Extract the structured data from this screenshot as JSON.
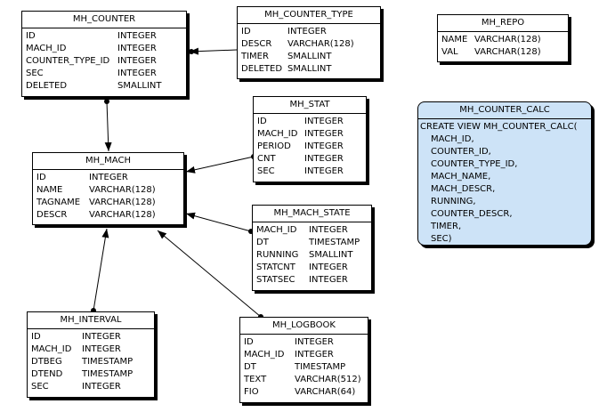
{
  "tables": {
    "mh_counter": {
      "title": "MH_COUNTER",
      "columns": [
        {
          "name": "ID",
          "type": "INTEGER"
        },
        {
          "name": "MACH_ID",
          "type": "INTEGER"
        },
        {
          "name": "COUNTER_TYPE_ID",
          "type": "INTEGER"
        },
        {
          "name": "SEC",
          "type": "INTEGER"
        },
        {
          "name": "DELETED",
          "type": "SMALLINT"
        }
      ]
    },
    "mh_counter_type": {
      "title": "MH_COUNTER_TYPE",
      "columns": [
        {
          "name": "ID",
          "type": "INTEGER"
        },
        {
          "name": "DESCR",
          "type": "VARCHAR(128)"
        },
        {
          "name": "TIMER",
          "type": "SMALLINT"
        },
        {
          "name": "DELETED",
          "type": "SMALLINT"
        }
      ]
    },
    "mh_repo": {
      "title": "MH_REPO",
      "columns": [
        {
          "name": "NAME",
          "type": "VARCHAR(128)"
        },
        {
          "name": "VAL",
          "type": "VARCHAR(128)"
        }
      ]
    },
    "mh_stat": {
      "title": "MH_STAT",
      "columns": [
        {
          "name": "ID",
          "type": "INTEGER"
        },
        {
          "name": "MACH_ID",
          "type": "INTEGER"
        },
        {
          "name": "PERIOD",
          "type": "INTEGER"
        },
        {
          "name": "CNT",
          "type": "INTEGER"
        },
        {
          "name": "SEC",
          "type": "INTEGER"
        }
      ]
    },
    "mh_mach": {
      "title": "MH_MACH",
      "columns": [
        {
          "name": "ID",
          "type": "INTEGER"
        },
        {
          "name": "NAME",
          "type": "VARCHAR(128)"
        },
        {
          "name": "TAGNAME",
          "type": "VARCHAR(128)"
        },
        {
          "name": "DESCR",
          "type": "VARCHAR(128)"
        }
      ]
    },
    "mh_mach_state": {
      "title": "MH_MACH_STATE",
      "columns": [
        {
          "name": "MACH_ID",
          "type": "INTEGER"
        },
        {
          "name": "DT",
          "type": "TIMESTAMP"
        },
        {
          "name": "RUNNING",
          "type": "SMALLINT"
        },
        {
          "name": "STATCNT",
          "type": "INTEGER"
        },
        {
          "name": "STATSEC",
          "type": "INTEGER"
        }
      ]
    },
    "mh_interval": {
      "title": "MH_INTERVAL",
      "columns": [
        {
          "name": "ID",
          "type": "INTEGER"
        },
        {
          "name": "MACH_ID",
          "type": "INTEGER"
        },
        {
          "name": "DTBEG",
          "type": "TIMESTAMP"
        },
        {
          "name": "DTEND",
          "type": "TIMESTAMP"
        },
        {
          "name": "SEC",
          "type": "INTEGER"
        }
      ]
    },
    "mh_logbook": {
      "title": "MH_LOGBOOK",
      "columns": [
        {
          "name": "ID",
          "type": "INTEGER"
        },
        {
          "name": "MACH_ID",
          "type": "INTEGER"
        },
        {
          "name": "DT",
          "type": "TIMESTAMP"
        },
        {
          "name": "TEXT",
          "type": "VARCHAR(512)"
        },
        {
          "name": "FIO",
          "type": "VARCHAR(64)"
        }
      ]
    }
  },
  "view": {
    "title": "MH_COUNTER_CALC",
    "lines": [
      "CREATE VIEW MH_COUNTER_CALC(",
      "MACH_ID,",
      "COUNTER_ID,",
      "COUNTER_TYPE_ID,",
      "MACH_NAME,",
      "MACH_DESCR,",
      "RUNNING,",
      "COUNTER_DESCR,",
      "TIMER,",
      "SEC)"
    ]
  },
  "colors": {
    "view_fill": "#cde3f7",
    "line": "#000000"
  }
}
